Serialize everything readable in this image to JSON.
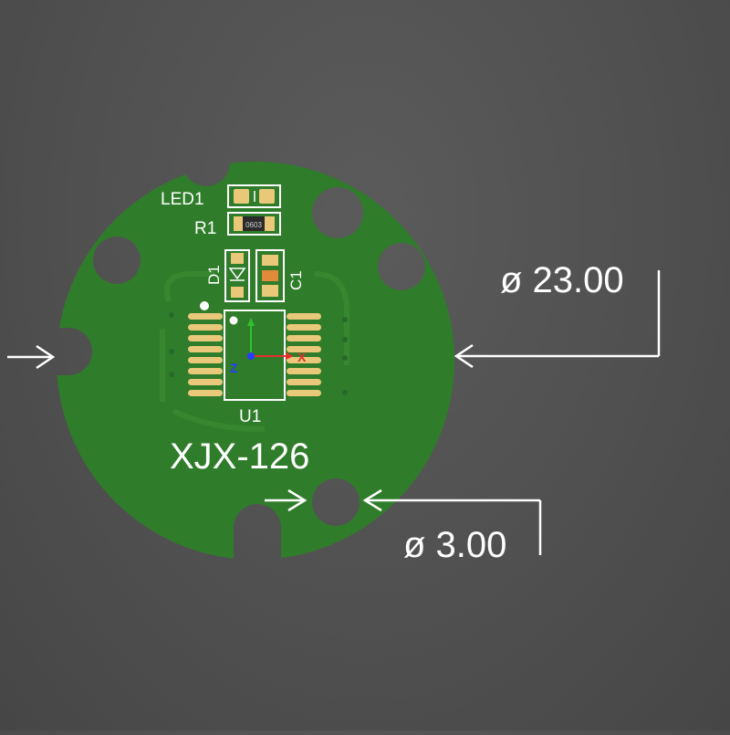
{
  "board": {
    "title": "XJX-126",
    "colors": {
      "soldermask": "#2f7d2a",
      "pad": "#e9c87a",
      "silkscreen": "#ffffff",
      "background": "#505050",
      "dimension": "#ffffff"
    }
  },
  "components": {
    "led1": {
      "designator": "LED1"
    },
    "r1": {
      "designator": "R1",
      "package": "0603"
    },
    "d1": {
      "designator": "D1"
    },
    "c1": {
      "designator": "C1"
    },
    "u1": {
      "designator": "U1"
    }
  },
  "axes": {
    "z_label": "Z",
    "x_label": "X",
    "colors": {
      "x": "#e23030",
      "y": "#2fc22f",
      "z": "#2a3cff"
    }
  },
  "dimensions": {
    "outer_diameter": "ø 23.00",
    "hole_diameter": "ø 3.00"
  }
}
